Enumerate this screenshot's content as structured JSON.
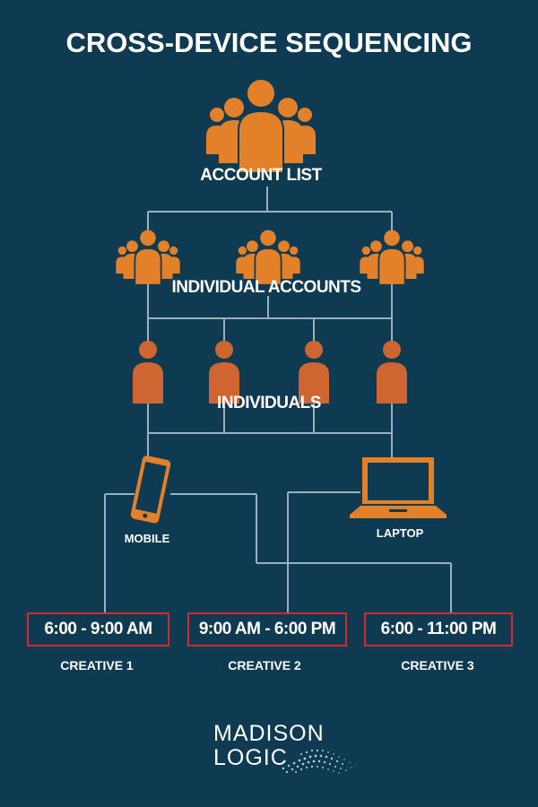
{
  "title": "CROSS-DEVICE SEQUENCING",
  "labels": {
    "account_list": "ACCOUNT LIST",
    "individual_accounts": "INDIVIDUAL  ACCOUNTS",
    "individuals": "INDIVIDUALS",
    "mobile": "MOBILE",
    "laptop": "LAPTOP"
  },
  "timeslots": [
    {
      "time": "6:00 - 9:00 AM",
      "creative": "CREATIVE 1"
    },
    {
      "time": "9:00  AM - 6:00 PM",
      "creative": "CREATIVE 2"
    },
    {
      "time": "6:00 - 11:00 PM",
      "creative": "CREATIVE 3"
    }
  ],
  "brand": {
    "line1": "MADISON",
    "line2": "LOGIC"
  },
  "colors": {
    "background": "#0e3a52",
    "group_icon": "#e2812a",
    "person_icon": "#cf6631",
    "connector": "#9ab0bb",
    "time_border": "#d42a2a",
    "text": "#ffffff"
  },
  "icons": {
    "account_list": "group-icon",
    "individual_account": "group-icon",
    "individual": "person-icon",
    "mobile": "mobile-phone-icon",
    "laptop": "laptop-icon"
  }
}
